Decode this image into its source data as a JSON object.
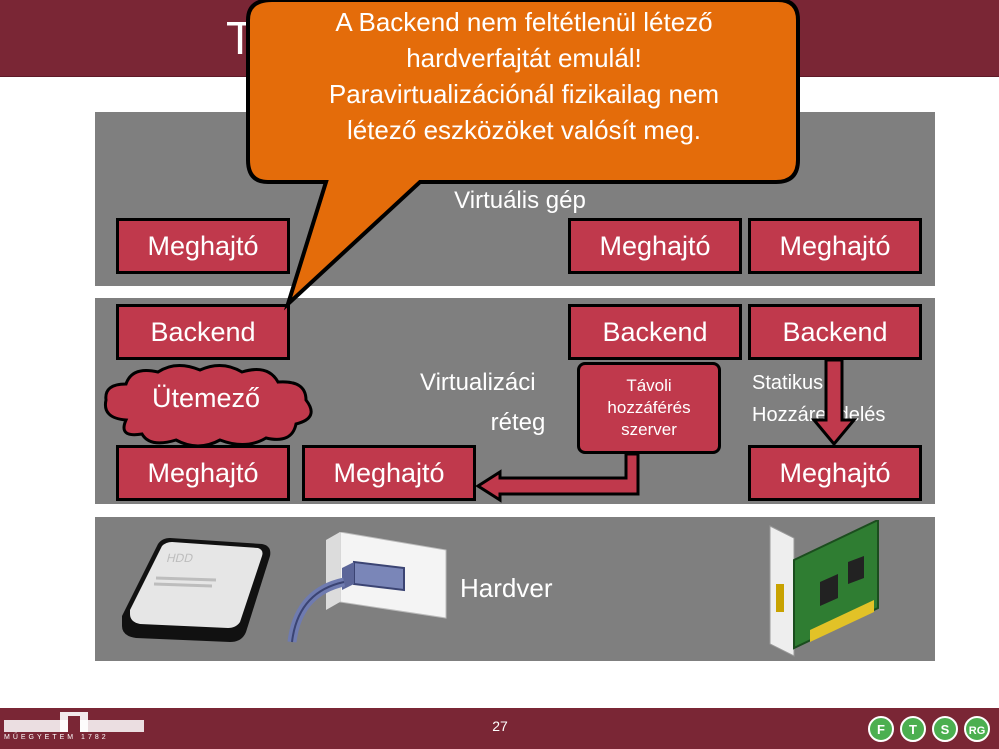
{
  "slide": {
    "title_visible": "T",
    "page_number": "27"
  },
  "callout": {
    "lines": [
      "A Backend nem feltétlenül létező",
      "hardverfajtát emulál!",
      "Paravirtualizációnál fizikailag nem",
      "létező eszközöket valósít meg."
    ]
  },
  "vm_layer": {
    "label": "Virtuális gép",
    "drivers": [
      "Meghajtó",
      "Meghajtó",
      "Meghajtó"
    ]
  },
  "virt_layer": {
    "label_line1": "Virtualizáci",
    "label_line2": "réteg",
    "backends": [
      "Backend",
      "Backend",
      "Backend"
    ],
    "scheduler": "Ütemező",
    "remote_access": [
      "Távoli",
      "hozzáférés",
      "szerver"
    ],
    "static_assignment": [
      "Statikus",
      "Hozzárendelés"
    ],
    "drivers": [
      "Meghajtó",
      "Meghajtó",
      "Meghajtó"
    ]
  },
  "hw_layer": {
    "label": "Hardver",
    "hdd_label": "HDD"
  },
  "footer": {
    "logo_caption": "MŰEGYETEM 1782",
    "badges": [
      "F",
      "T",
      "S",
      "RG"
    ]
  },
  "colors": {
    "title_bar": "#7a2635",
    "layer_gray": "#7f7f7f",
    "box_fill": "#c0394c",
    "callout_orange": "#e46c0a"
  }
}
